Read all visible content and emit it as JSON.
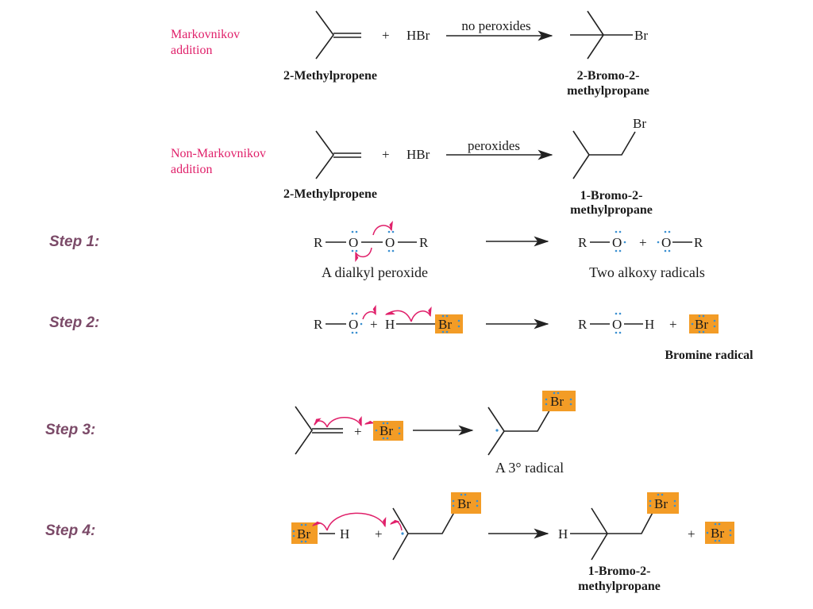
{
  "colors": {
    "accent": "#e0206a",
    "step": "#7b4a68",
    "highlight": "#f39c26",
    "electron": "#3a8fd0"
  },
  "reaction_markovnikov": {
    "label_line1": "Markovnikov",
    "label_line2": "addition",
    "plus": "+",
    "reagent": "HBr",
    "condition": "no peroxides",
    "reactant_name": "2-Methylpropene",
    "product_atom": "Br",
    "product_name_line1": "2-Bromo-2-",
    "product_name_line2": "methylpropane"
  },
  "reaction_non_markovnikov": {
    "label_line1": "Non-Markovnikov",
    "label_line2": "addition",
    "plus": "+",
    "reagent": "HBr",
    "condition": "peroxides",
    "reactant_name": "2-Methylpropene",
    "product_atom": "Br",
    "product_name_line1": "1-Bromo-2-",
    "product_name_line2": "methylpropane"
  },
  "steps": [
    {
      "label": "Step 1:",
      "reactant_caption": "A dialkyl peroxide",
      "product_caption": "Two alkoxy radicals"
    },
    {
      "label": "Step 2:",
      "product_caption": "Bromine radical"
    },
    {
      "label": "Step 3:",
      "product_caption": "A 3° radical"
    },
    {
      "label": "Step 4:",
      "product_name_line1": "1-Bromo-2-",
      "product_name_line2": "methylpropane"
    }
  ],
  "atoms": {
    "R": "R",
    "O": "O",
    "H": "H",
    "Br": "Br",
    "plus": "+"
  }
}
